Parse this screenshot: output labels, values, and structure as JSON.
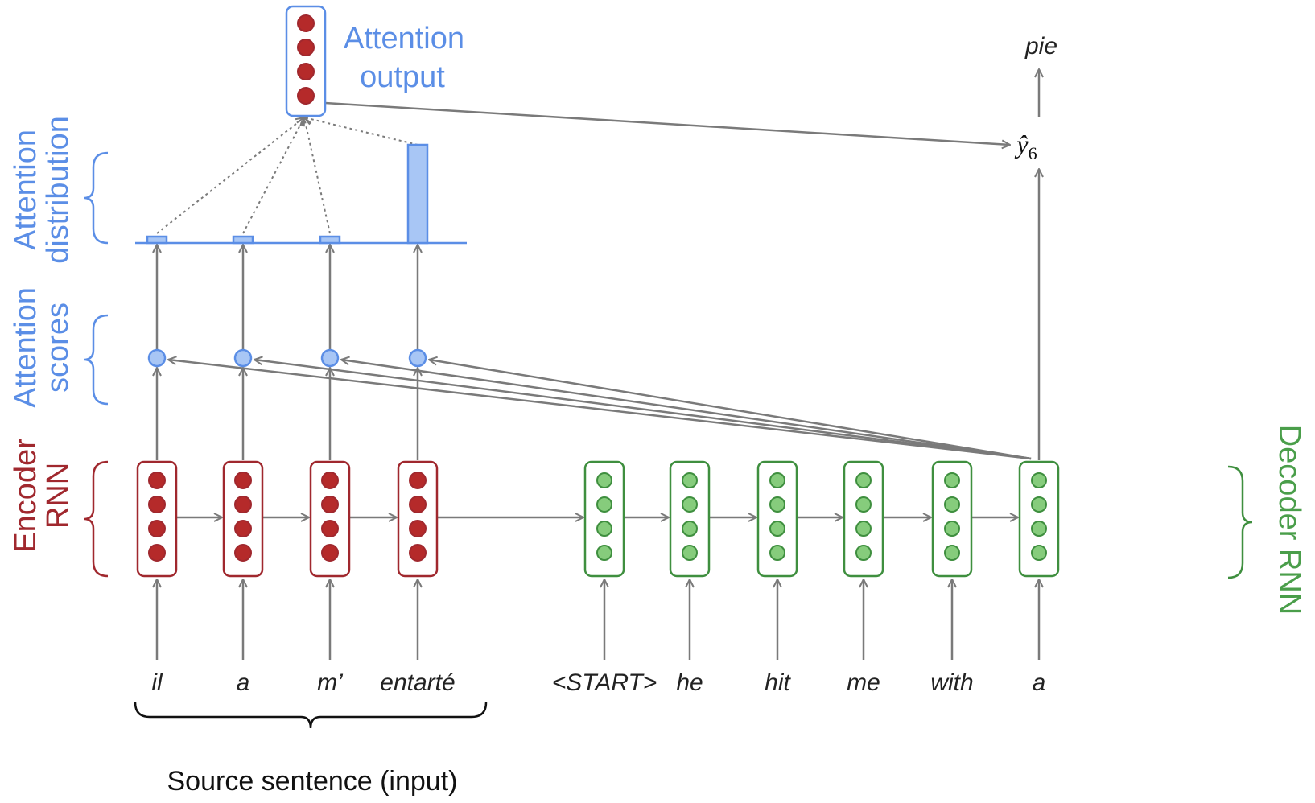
{
  "labels": {
    "encoder_rnn": [
      "Encoder",
      "RNN"
    ],
    "attention_scores": [
      "Attention",
      "scores"
    ],
    "attention_distribution": [
      "Attention",
      "distribution"
    ],
    "attention_output": [
      "Attention",
      "output"
    ],
    "decoder_rnn": "Decoder RNN",
    "source_caption": "Source sentence (input)",
    "yhat_base": "ŷ",
    "yhat_sub": "6",
    "predicted_word": "pie"
  },
  "encoder_words": [
    "il",
    "a",
    "m’",
    "entarté"
  ],
  "decoder_words": [
    "<START>",
    "he",
    "hit",
    "me",
    "with",
    "a"
  ],
  "colors": {
    "encoder": "#a0282e",
    "encoder_fill": "#b52a2a",
    "decoder": "#3f8f3f",
    "decoder_fill": "#86cc7c",
    "attention": "#5b8ee6",
    "attention_fill": "#a8c6f5",
    "arrow": "#7a7a7a"
  }
}
